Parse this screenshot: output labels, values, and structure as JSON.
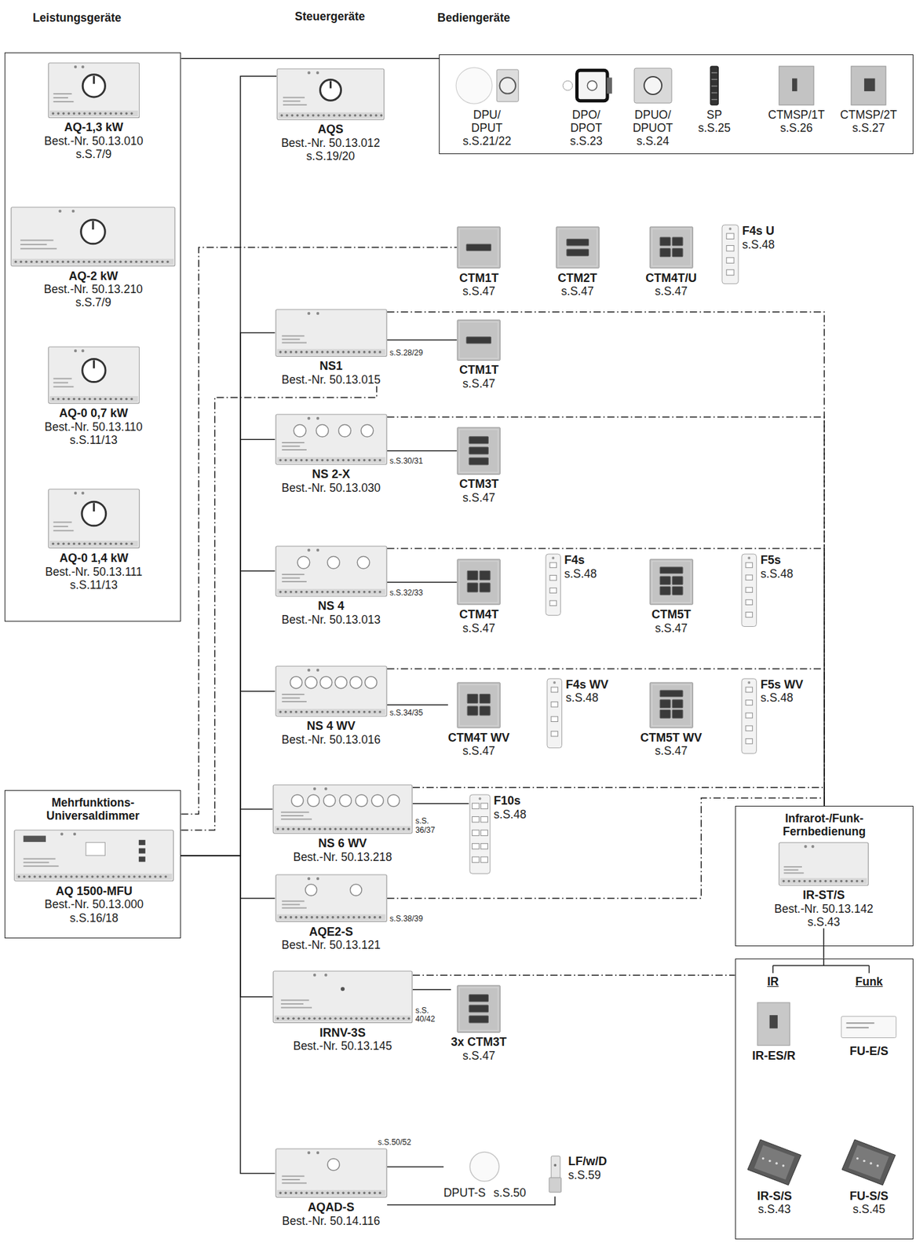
{
  "diagram": {
    "nodes": [
      {
        "text": [
          "Leistungsgeräte"
        ]
      },
      {
        "text": [
          "AQ-1,3 kW",
          "Best.-Nr. 50.13.010",
          "s.S.7/9"
        ],
        "in": 0
      },
      {
        "text": [
          "AQ-2 kW",
          "Best.-Nr. 50.13.210",
          "s.S.7/9"
        ],
        "in": 0
      },
      {
        "text": [
          "AQ-0 0,7 kW",
          "Best.-Nr. 50.13.110",
          "s.S.11/13"
        ],
        "in": 0
      },
      {
        "text": [
          "AQ-0 1,4 kW",
          "Best.-Nr. 50.13.111",
          "s.S.11/13"
        ],
        "in": 0
      },
      {
        "text": [
          "Bediengeräte"
        ]
      },
      {
        "text": [
          "DPU/ DPUT",
          "s.S.21/22"
        ],
        "in": 5
      },
      {
        "text": [
          "DPO/ DPOT",
          "s.S.23"
        ],
        "in": 5
      },
      {
        "text": [
          "DPUO/ DPUOT",
          "s.S.24"
        ],
        "in": 5
      },
      {
        "text": [
          "SP",
          "s.S.25"
        ],
        "in": 5
      },
      {
        "text": [
          "CTMSP/1T",
          "s.S.26"
        ],
        "in": 5
      },
      {
        "text": [
          "CTMSP/2T",
          "s.S.27"
        ],
        "in": 5
      },
      {
        "text": [
          "AQS",
          "Best.-Nr. 50.13.012",
          "s.S.19/20"
        ]
      },
      {
        "text": [
          "CTM1T",
          "s.S.47"
        ]
      },
      {
        "text": [
          "CTM2T",
          "s.S.47"
        ]
      },
      {
        "text": [
          "CTM4T/U",
          "s.S.47"
        ]
      },
      {
        "text": [
          "F4s U",
          "s.S.48"
        ]
      },
      {
        "text": [
          "NS1",
          "Best.-Nr. 50.13.015",
          "s.S.28/29"
        ]
      },
      {
        "text": [
          "CTM1T",
          "s.S.47"
        ]
      },
      {
        "text": [
          "NS 2-X",
          "Best.-Nr. 50.13.030",
          "s.S.30/31"
        ]
      },
      {
        "text": [
          "CTM3T",
          "s.S.47"
        ]
      },
      {
        "text": [
          "NS 4",
          "Best.-Nr. 50.13.013",
          "s.S.32/33"
        ]
      },
      {
        "text": [
          "CTM4T",
          "s.S.47"
        ]
      },
      {
        "text": [
          "F4s",
          "s.S.48"
        ]
      },
      {
        "text": [
          "CTM5T",
          "s.S.47"
        ]
      },
      {
        "text": [
          "F5s",
          "s.S.48"
        ]
      },
      {
        "text": [
          "NS 4 WV",
          "Best.-Nr. 50.13.016",
          "s.S.34/35"
        ]
      },
      {
        "text": [
          "CTM4T WV",
          "s.S.47"
        ]
      },
      {
        "text": [
          "F4s WV",
          "s.S.48"
        ]
      },
      {
        "text": [
          "CTM5T WV",
          "s.S.47"
        ]
      },
      {
        "text": [
          "F5s WV",
          "s.S.48"
        ]
      },
      {
        "text": [
          "NS 6 WV",
          "Best.-Nr. 50.13.218",
          "s.S. 36/37"
        ]
      },
      {
        "text": [
          "F10s",
          "s.S.48"
        ]
      },
      {
        "text": [
          "AQE2-S",
          "Best.-Nr. 50.13.121",
          "s.S.38/39"
        ]
      },
      {
        "text": [
          "IRNV-3S",
          "Best.-Nr. 50.13.145",
          "s.S. 40/42"
        ]
      },
      {
        "text": [
          "3x CTM3T",
          "s.S.47"
        ]
      },
      {
        "text": [
          "AQAD-S",
          "Best.-Nr. 50.14.116",
          "s.S.50/52"
        ]
      },
      {
        "text": [
          "DPUT-S",
          "s.S.50"
        ]
      },
      {
        "text": [
          "LF/w/D",
          "s.S.59"
        ]
      },
      {
        "text": [
          "Mehrfunktions- Universaldimmer"
        ]
      },
      {
        "text": [
          "AQ 1500-MFU",
          "Best.-Nr. 50.13.000",
          "s.S.16/18"
        ],
        "in": 39
      },
      {
        "text": [
          "Infrarot-/Funk- Fernbedienung"
        ]
      },
      {
        "text": [
          "IR-ST/S",
          "Best.-Nr. 50.13.142",
          "s.S.43"
        ],
        "in": 41
      },
      {
        "text": [
          "IR",
          "Funk"
        ]
      },
      {
        "text": [
          "IR-ES/R"
        ],
        "in": 43
      },
      {
        "text": [
          "FU-E/S"
        ],
        "in": 43
      },
      {
        "text": [
          "IR-S/S",
          "s.S.43"
        ],
        "in": 43
      },
      {
        "text": [
          "FU-S/S",
          "s.S.45"
        ],
        "in": 43
      }
    ],
    "edges": [
      {
        "from": 0,
        "to": 5,
        "arrow": "none"
      },
      {
        "from": 39,
        "to": 12,
        "arrow": "none"
      },
      {
        "from": 39,
        "to": 17,
        "arrow": "none"
      },
      {
        "from": 39,
        "to": 19,
        "arrow": "none"
      },
      {
        "from": 39,
        "to": 21,
        "arrow": "none"
      },
      {
        "from": 39,
        "to": 26,
        "arrow": "none"
      },
      {
        "from": 39,
        "to": 31,
        "arrow": "none"
      },
      {
        "from": 39,
        "to": 33,
        "arrow": "none"
      },
      {
        "from": 39,
        "to": 34,
        "arrow": "none"
      },
      {
        "from": 39,
        "to": 36,
        "arrow": "none"
      },
      {
        "from": 39,
        "to": 13,
        "arrow": "none"
      },
      {
        "from": 39,
        "to": 17,
        "arrow": "none"
      },
      {
        "from": 17,
        "to": 41,
        "arrow": "none"
      },
      {
        "from": 19,
        "to": 41,
        "arrow": "none"
      },
      {
        "from": 21,
        "to": 41,
        "arrow": "none"
      },
      {
        "from": 26,
        "to": 41,
        "arrow": "none"
      },
      {
        "from": 31,
        "to": 41,
        "arrow": "none"
      },
      {
        "from": 33,
        "to": 41,
        "arrow": "none"
      },
      {
        "from": 34,
        "to": 43,
        "arrow": "none"
      },
      {
        "from": 42,
        "to": 43,
        "arrow": "none"
      },
      {
        "from": 17,
        "to": 18,
        "arrow": "none"
      },
      {
        "from": 19,
        "to": 20,
        "arrow": "none"
      },
      {
        "from": 21,
        "to": 22,
        "arrow": "none"
      },
      {
        "from": 26,
        "to": 27,
        "arrow": "none"
      },
      {
        "from": 31,
        "to": 32,
        "arrow": "none"
      },
      {
        "from": 34,
        "to": 35,
        "arrow": "none"
      },
      {
        "from": 36,
        "to": 37,
        "arrow": "none"
      },
      {
        "from": 36,
        "to": 38,
        "arrow": "none"
      }
    ],
    "labels": [
      "Steuergeräte"
    ]
  }
}
